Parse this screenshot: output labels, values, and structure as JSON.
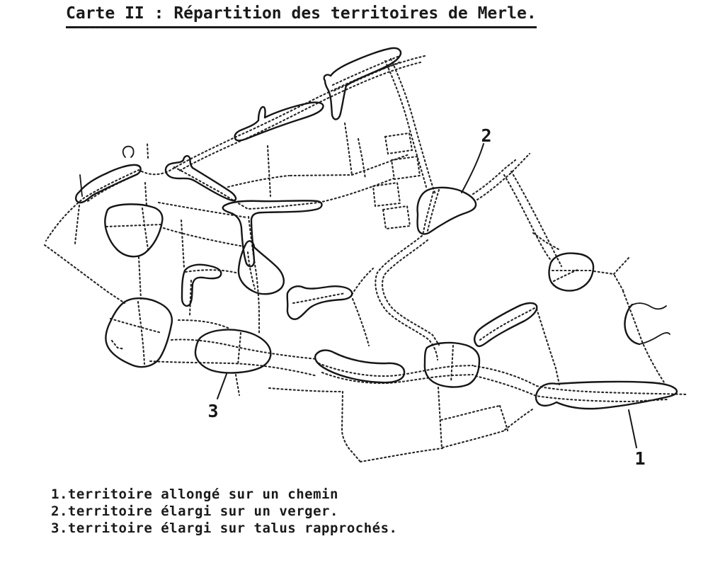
{
  "document": {
    "title": "Carte II : Répartition des territoires de Merle.",
    "artifact_marks": "· ···",
    "ink_color": "#1a1a1a",
    "paper_color": "#ffffff"
  },
  "map": {
    "annotations": [
      {
        "number": "1",
        "meaning": "territoire allongé sur un chemin"
      },
      {
        "number": "2",
        "meaning": "territoire élargi sur un verger"
      },
      {
        "number": "3",
        "meaning": "territoire élargi sur talus rapprochés"
      }
    ]
  },
  "legend": {
    "items": [
      {
        "text": "1.territoire allongé sur un chemin"
      },
      {
        "text": "2.territoire élargi sur un verger."
      },
      {
        "text": "3.territoire élargi sur talus rapprochés."
      }
    ]
  }
}
